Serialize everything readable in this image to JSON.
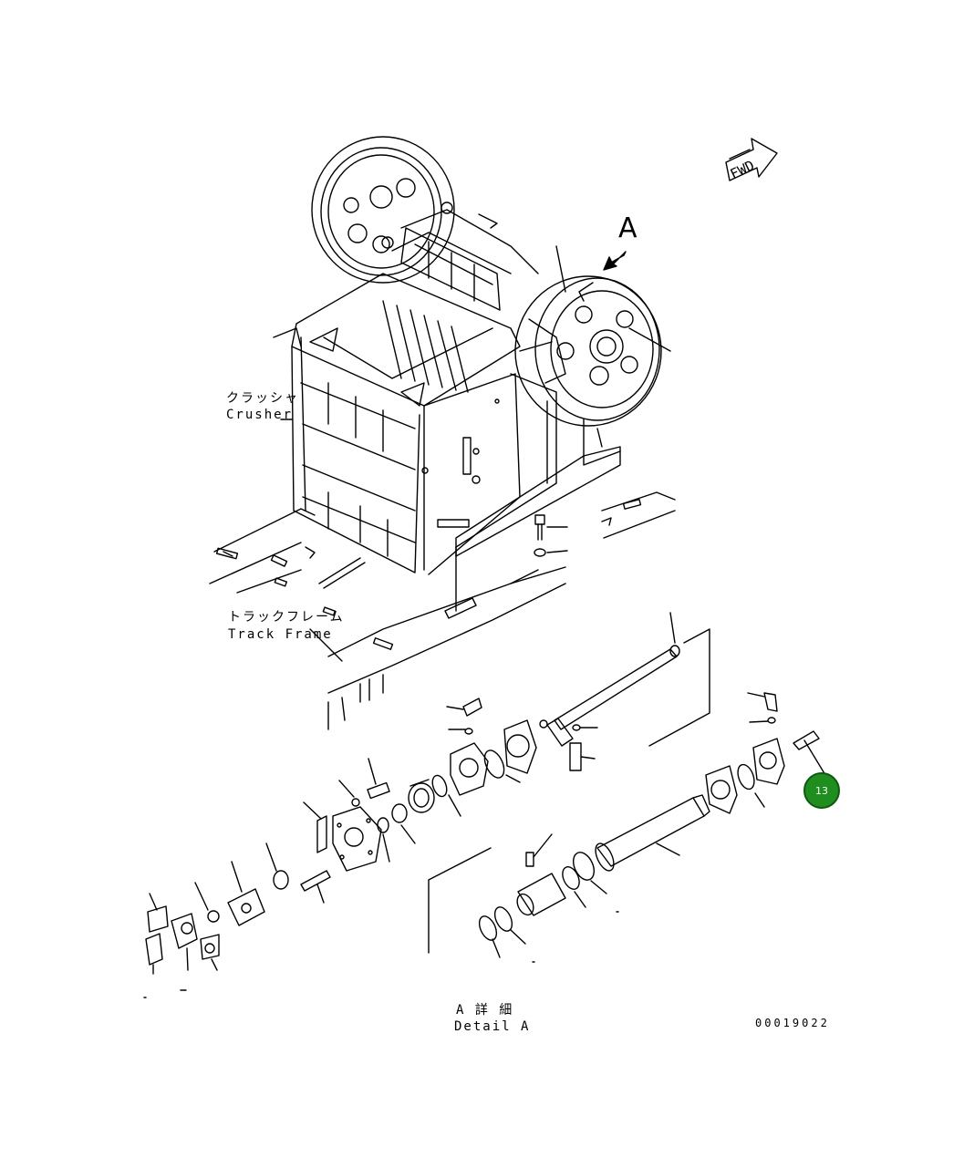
{
  "labels": {
    "letter_a": "A",
    "crusher_jp": "クラッシャ",
    "crusher_en": "Crusher",
    "track_frame_jp": "トラックフレーム",
    "track_frame_en": "Track Frame",
    "detail_jp": "A 詳 細",
    "detail_en": "Detail A",
    "drawing_number": "00019022",
    "fwd": "FWD"
  },
  "callout": {
    "number": "13",
    "color": "#1e8f1e"
  },
  "colors": {
    "line": "#000000",
    "background": "#ffffff"
  }
}
